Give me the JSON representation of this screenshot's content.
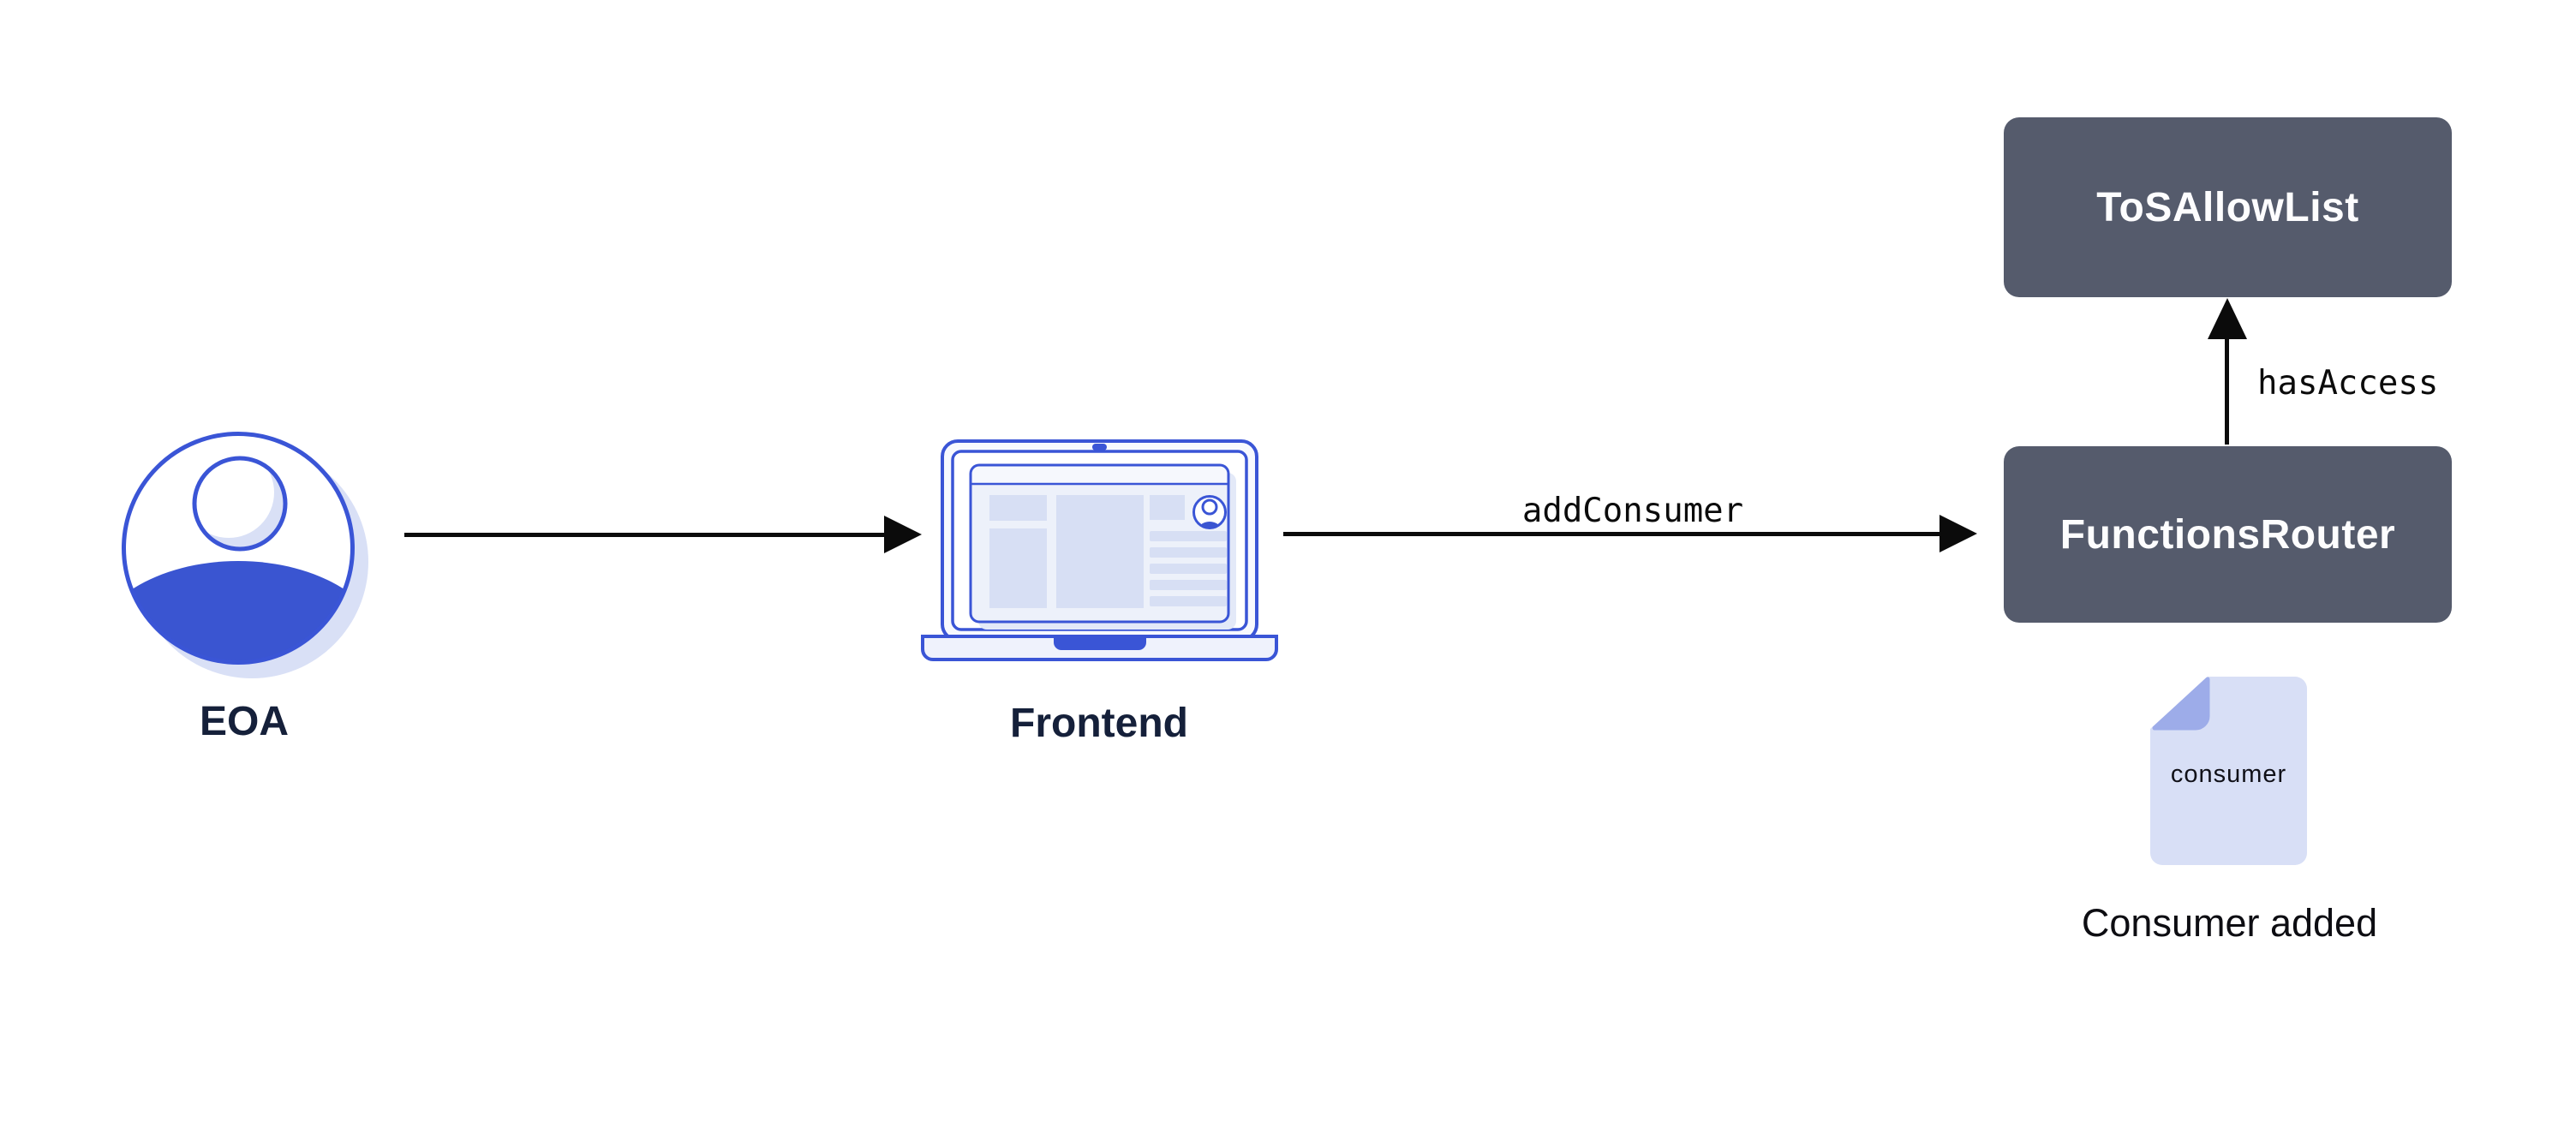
{
  "nodes": {
    "eoa": {
      "label": "EOA",
      "icon": "user-avatar-icon"
    },
    "frontend": {
      "label": "Frontend",
      "icon": "laptop-browser-icon"
    },
    "tos_allow_list": {
      "label": "ToSAllowList"
    },
    "functions_router": {
      "label": "FunctionsRouter"
    },
    "consumer_document": {
      "file_label": "consumer",
      "caption": "Consumer added",
      "icon": "document-folded-corner-icon"
    }
  },
  "edges": {
    "eoa_to_frontend": {
      "label": "",
      "direction": "right"
    },
    "frontend_to_functions_router": {
      "label": "addConsumer",
      "direction": "right"
    },
    "functions_router_to_tos_allow_list": {
      "label": "hasAccess",
      "direction": "up"
    }
  },
  "colors": {
    "accent_blue": "#3A55D6",
    "fill_blue": "#3A55D1",
    "light_blue_shadow": "#D9E0F6",
    "panel_block_blue": "#D7DFF4",
    "doc_page": "#D8DFF6",
    "doc_fold": "#9DACE9",
    "dark_slate_box": "#555B6C",
    "navy_text": "#15203A",
    "arrow_black": "#0B0B0B",
    "background": "#FFFFFF"
  }
}
